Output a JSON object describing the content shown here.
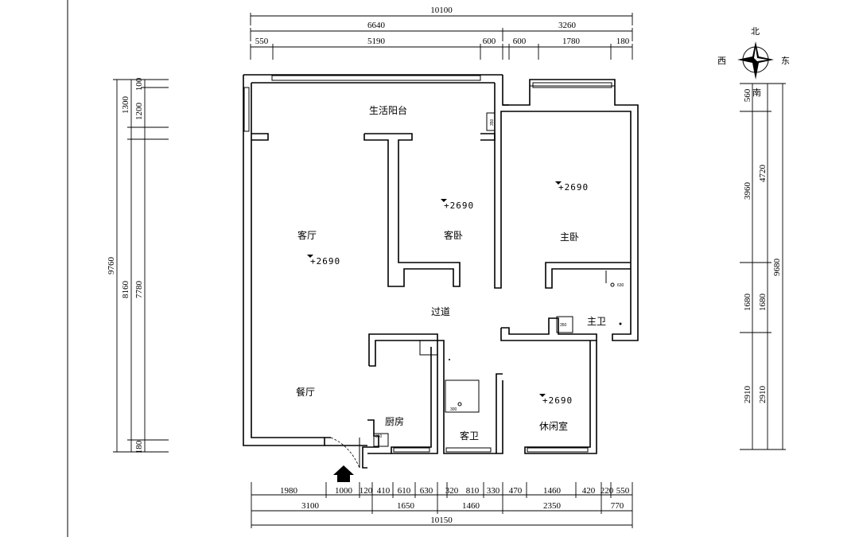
{
  "rooms": {
    "balcony": "生活阳台",
    "living": "客厅",
    "guest_bed": "客卧",
    "master_bed": "主卧",
    "corridor": "过道",
    "master_bath": "主卫",
    "dining": "餐厅",
    "kitchen": "厨房",
    "guest_bath": "客卫",
    "leisure": "休闲室"
  },
  "elevations": {
    "living": "+2690",
    "guest_bed": "+2690",
    "master_bed": "+2690",
    "leisure": "+2690"
  },
  "compass": {
    "north": "北",
    "south": "南",
    "east": "东",
    "west": "西"
  },
  "dims_top": {
    "total": "10100",
    "left_total": "6640",
    "right_total": "3260",
    "seg": [
      "550",
      "5190",
      "600",
      "600",
      "1780",
      "180"
    ]
  },
  "dims_bottom": {
    "row1": [
      "1980",
      "1000",
      "120",
      "410",
      "610",
      "630",
      "320",
      "810",
      "330",
      "470",
      "1460",
      "420",
      "220",
      "550"
    ],
    "row2": [
      "3100",
      "1650",
      "1460",
      "2350",
      "770"
    ],
    "total": "10150"
  },
  "dims_left": {
    "total": "9760",
    "a": [
      "1300",
      "8160",
      "180"
    ],
    "b": [
      "100",
      "1200",
      "7780"
    ]
  },
  "dims_right": {
    "total": "9680",
    "a": [
      "560",
      "3960",
      "1680",
      "2910"
    ],
    "b": [
      "4720",
      "1680",
      "2910"
    ]
  },
  "fixtures": {
    "cabinet": "350",
    "sink": "630",
    "toilet": "300",
    "basin": "350",
    "kitchen_cab": "350"
  }
}
